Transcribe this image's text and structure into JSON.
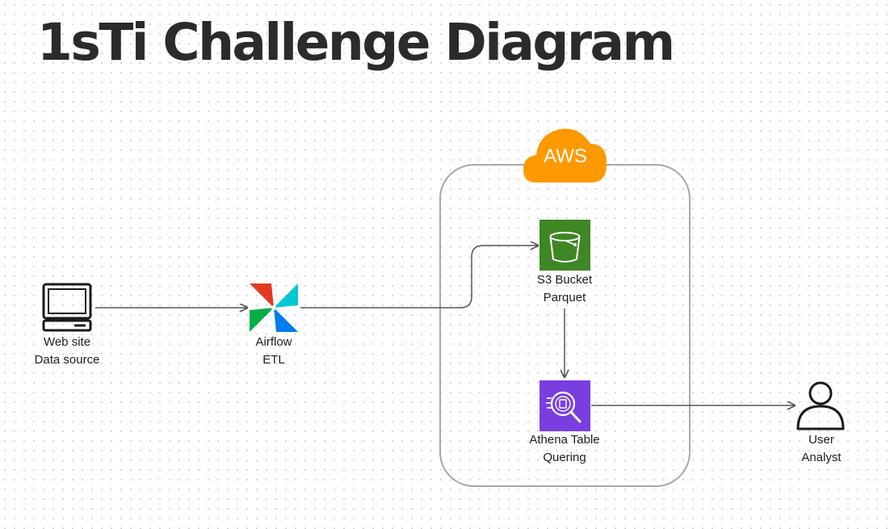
{
  "title": "1sTi Challenge Diagram",
  "cloud": {
    "label": "AWS",
    "icon": "cloud-icon",
    "color": "#ff9900"
  },
  "nodes": [
    {
      "id": "web-site",
      "icon": "monitor-icon",
      "line1": "Web site",
      "line2": "Data  source"
    },
    {
      "id": "airflow",
      "icon": "airflow-pinwheel-icon",
      "line1": "Airflow",
      "line2": "ETL"
    },
    {
      "id": "s3",
      "icon": "s3-bucket-icon",
      "line1": "S3 Bucket",
      "line2": "Parquet",
      "color": "#3f8624"
    },
    {
      "id": "athena",
      "icon": "athena-icon",
      "line1": "Athena Table",
      "line2": "Quering",
      "color": "#7a3ee0"
    },
    {
      "id": "user",
      "icon": "user-icon",
      "line1": "User",
      "line2": "Analyst"
    }
  ],
  "edges": [
    {
      "from": "web-site",
      "to": "airflow"
    },
    {
      "from": "airflow",
      "to": "s3"
    },
    {
      "from": "s3",
      "to": "athena"
    },
    {
      "from": "athena",
      "to": "user"
    }
  ]
}
